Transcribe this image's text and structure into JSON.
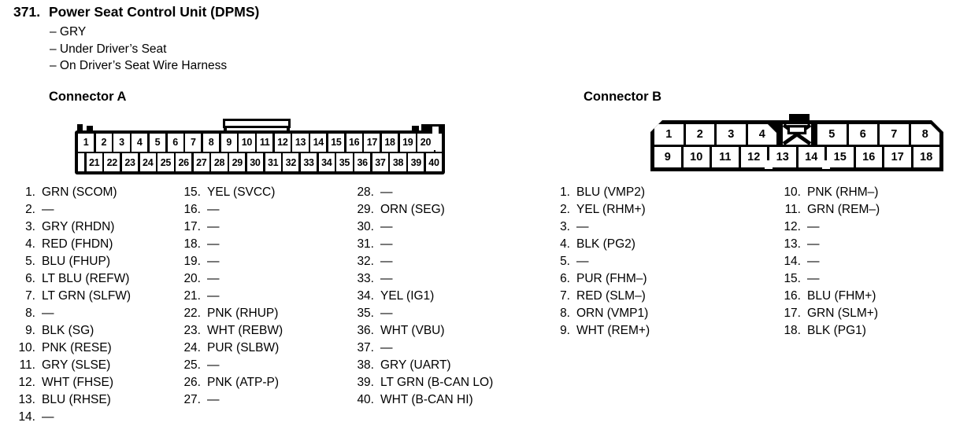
{
  "header": {
    "number": "371.",
    "title": "Power Seat Control Unit (DPMS)",
    "details": [
      "– GRY",
      "– Under Driver’s Seat",
      "– On Driver’s Seat Wire Harness"
    ]
  },
  "connector_a": {
    "heading": "Connector A",
    "diagram": {
      "top_pins": [
        "1",
        "2",
        "3",
        "4",
        "5",
        "6",
        "7",
        "8",
        "9",
        "10",
        "11",
        "12",
        "13",
        "14",
        "15",
        "16",
        "17",
        "18",
        "19",
        "20"
      ],
      "bottom_pins": [
        "21",
        "22",
        "23",
        "24",
        "25",
        "26",
        "27",
        "28",
        "29",
        "30",
        "31",
        "32",
        "33",
        "34",
        "35",
        "36",
        "37",
        "38",
        "39",
        "40"
      ]
    },
    "columns": [
      [
        {
          "n": "1.",
          "label": "GRN (SCOM)"
        },
        {
          "n": "2.",
          "label": "—"
        },
        {
          "n": "3.",
          "label": "GRY (RHDN)"
        },
        {
          "n": "4.",
          "label": "RED (FHDN)"
        },
        {
          "n": "5.",
          "label": "BLU (FHUP)"
        },
        {
          "n": "6.",
          "label": "LT BLU (REFW)"
        },
        {
          "n": "7.",
          "label": "LT GRN (SLFW)"
        },
        {
          "n": "8.",
          "label": "—"
        },
        {
          "n": "9.",
          "label": "BLK (SG)"
        },
        {
          "n": "10.",
          "label": "PNK (RESE)"
        },
        {
          "n": "11.",
          "label": "GRY (SLSE)"
        },
        {
          "n": "12.",
          "label": "WHT (FHSE)"
        },
        {
          "n": "13.",
          "label": "BLU (RHSE)"
        },
        {
          "n": "14.",
          "label": "—"
        }
      ],
      [
        {
          "n": "15.",
          "label": "YEL (SVCC)"
        },
        {
          "n": "16.",
          "label": "—"
        },
        {
          "n": "17.",
          "label": "—"
        },
        {
          "n": "18.",
          "label": "—"
        },
        {
          "n": "19.",
          "label": "—"
        },
        {
          "n": "20.",
          "label": "—"
        },
        {
          "n": "21.",
          "label": "—"
        },
        {
          "n": "22.",
          "label": "PNK (RHUP)"
        },
        {
          "n": "23.",
          "label": "WHT (REBW)"
        },
        {
          "n": "24.",
          "label": "PUR (SLBW)"
        },
        {
          "n": "25.",
          "label": "—"
        },
        {
          "n": "26.",
          "label": "PNK (ATP-P)"
        },
        {
          "n": "27.",
          "label": "—"
        }
      ],
      [
        {
          "n": "28.",
          "label": "—"
        },
        {
          "n": "29.",
          "label": "ORN (SEG)"
        },
        {
          "n": "30.",
          "label": "—"
        },
        {
          "n": "31.",
          "label": "—"
        },
        {
          "n": "32.",
          "label": "—"
        },
        {
          "n": "33.",
          "label": "—"
        },
        {
          "n": "34.",
          "label": "YEL (IG1)"
        },
        {
          "n": "35.",
          "label": "—"
        },
        {
          "n": "36.",
          "label": "WHT (VBU)"
        },
        {
          "n": "37.",
          "label": "—"
        },
        {
          "n": "38.",
          "label": "GRY (UART)"
        },
        {
          "n": "39.",
          "label": "LT GRN (B-CAN LO)"
        },
        {
          "n": "40.",
          "label": "WHT (B-CAN HI)"
        }
      ]
    ]
  },
  "connector_b": {
    "heading": "Connector B",
    "diagram": {
      "top_left_pins": [
        "1",
        "2",
        "3",
        "4"
      ],
      "top_right_pins": [
        "5",
        "6",
        "7",
        "8"
      ],
      "bottom_pins": [
        "9",
        "10",
        "11",
        "12",
        "13",
        "14",
        "15",
        "16",
        "17",
        "18"
      ],
      "keyway": "blocked-keyway"
    },
    "columns": [
      [
        {
          "n": "1.",
          "label": "BLU (VMP2)"
        },
        {
          "n": "2.",
          "label": "YEL (RHM+)"
        },
        {
          "n": "3.",
          "label": "—"
        },
        {
          "n": "4.",
          "label": "BLK (PG2)"
        },
        {
          "n": "5.",
          "label": "—"
        },
        {
          "n": "6.",
          "label": "PUR (FHM–)"
        },
        {
          "n": "7.",
          "label": "RED (SLM–)"
        },
        {
          "n": "8.",
          "label": "ORN (VMP1)"
        },
        {
          "n": "9.",
          "label": "WHT (REM+)"
        }
      ],
      [
        {
          "n": "10.",
          "label": "PNK (RHM–)"
        },
        {
          "n": "11.",
          "label": "GRN (REM–)"
        },
        {
          "n": "12.",
          "label": "—"
        },
        {
          "n": "13.",
          "label": "—"
        },
        {
          "n": "14.",
          "label": "—"
        },
        {
          "n": "15.",
          "label": "—"
        },
        {
          "n": "16.",
          "label": "BLU (FHM+)"
        },
        {
          "n": "17.",
          "label": "GRN (SLM+)"
        },
        {
          "n": "18.",
          "label": "BLK (PG1)"
        }
      ]
    ]
  },
  "colors": {
    "ink": "#000000",
    "paper": "#ffffff"
  }
}
